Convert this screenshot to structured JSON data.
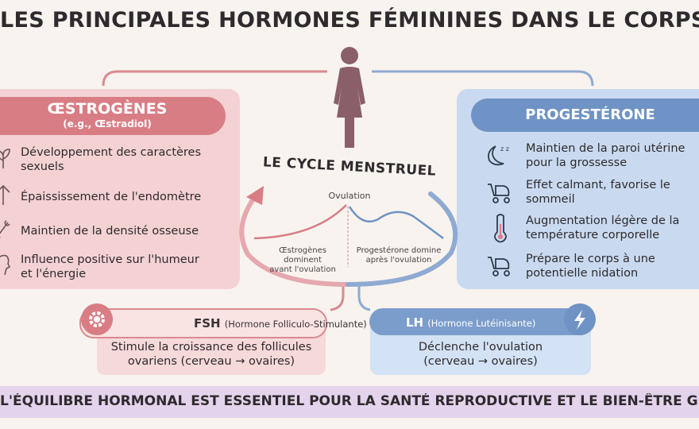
{
  "title": "LES PRINCIPALES HORMONES FÉMININES DANS LE CORPS",
  "estrogens": {
    "title": "ŒSTROGÈNES",
    "subtitle": "(e.g., Œstradiol)",
    "items": [
      {
        "icon": "flower-icon",
        "text_l1": "Développement des caractères",
        "text_l2": "sexuels"
      },
      {
        "icon": "uterus-icon",
        "text_l1": "Épaississement de l'endomètre",
        "text_l2": ""
      },
      {
        "icon": "bone-icon",
        "text_l1": "Maintien de la densité osseuse",
        "text_l2": ""
      },
      {
        "icon": "head-profile-icon",
        "text_l1": "Influence positive sur l'humeur",
        "text_l2": "et l'énergie"
      }
    ]
  },
  "progesterone": {
    "title": "PROGESTÉRONE",
    "items": [
      {
        "icon": "moon-sleep-icon",
        "text_l1": "Maintien de la paroi utérine",
        "text_l2": "pour la grossesse"
      },
      {
        "icon": "stroller-icon",
        "text_l1": "Effet calmant, favorise le",
        "text_l2": "sommeil"
      },
      {
        "icon": "thermometer-icon",
        "text_l1": "Augmentation légère de la",
        "text_l2": "température corporelle"
      },
      {
        "icon": "stroller-icon",
        "text_l1": "Prépare le corps à une",
        "text_l2": "potentielle nidation"
      }
    ]
  },
  "cycle": {
    "title": "LE CYCLE MENSTRUEL",
    "ovulation": "Ovulation",
    "left_l1": "Œstrogènes dominent",
    "left_l2": "avant l'ovulation",
    "right_l1": "Progestérone domine",
    "right_l2": "après l'ovulation"
  },
  "fsh": {
    "abbr": "FSH",
    "name": "(Hormone Folliculo-Stimulante)",
    "desc_l1": "Stimule la croissance des follicules",
    "desc_l2": "ovariens (cerveau → ovaires)",
    "icon": "gear-icon"
  },
  "lh": {
    "abbr": "LH",
    "name": "(Hormone Lutéinisante)",
    "desc_l1": "Déclenche l'ovulation",
    "desc_l2": "(cerveau → ovaires)",
    "icon": "lightning-icon"
  },
  "footer": "L'ÉQUILIBRE HORMONAL EST ESSENTIEL POUR LA SANTÉ REPRODUCTIVE ET LE BIEN-ÊTRE GÉNÉRAL",
  "colors": {
    "estrogen": "#d97d85",
    "progesterone": "#6f93c4",
    "footer": "#e3d3ec"
  }
}
